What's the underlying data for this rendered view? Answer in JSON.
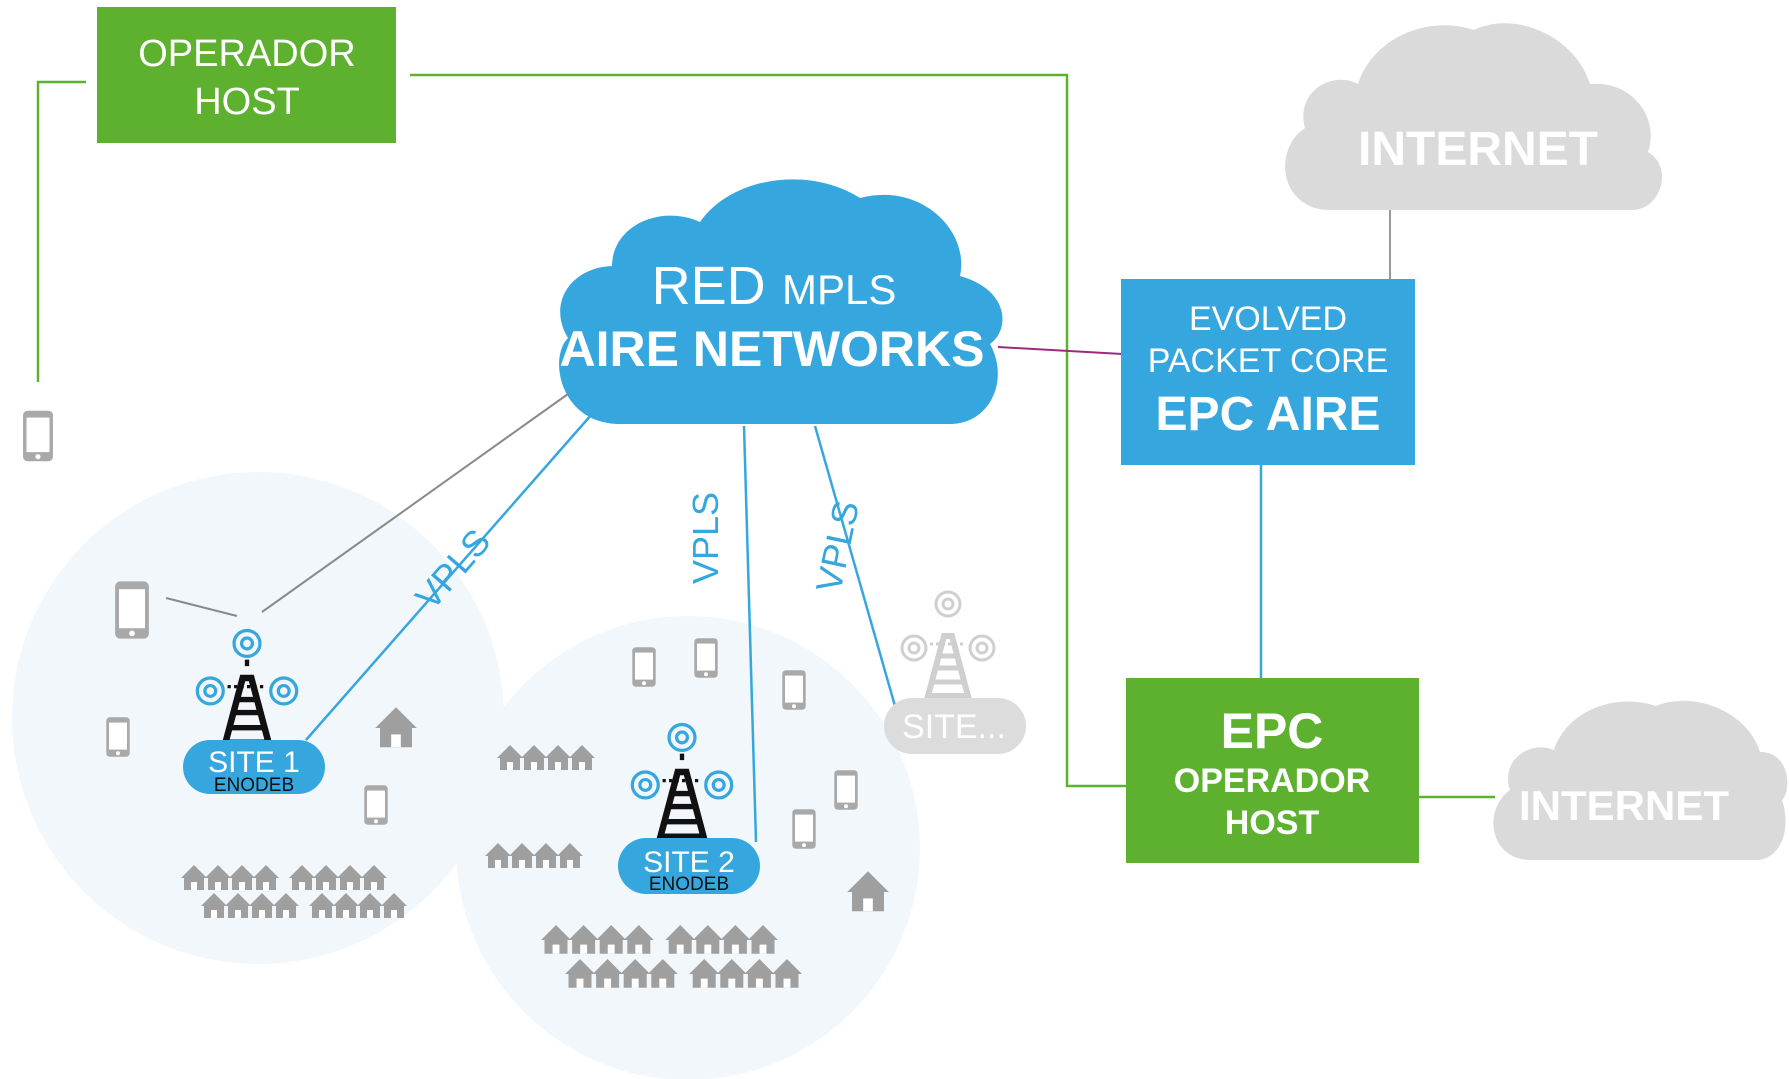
{
  "operador_host": {
    "line1": "OPERADOR",
    "line2": "HOST"
  },
  "internet_top": {
    "label": "INTERNET"
  },
  "internet_bottom": {
    "label": "INTERNET"
  },
  "mpls_cloud": {
    "line1_big": "RED",
    "line1_small": "MPLS",
    "line2": "AIRE NETWORKS"
  },
  "epc_aire": {
    "line1": "EVOLVED",
    "line2": "PACKET CORE",
    "line3": "EPC AIRE"
  },
  "epc_host": {
    "line1": "EPC",
    "line2": "OPERADOR",
    "line3": "HOST"
  },
  "links": {
    "vpls1": "VPLS",
    "vpls2": "VPLS",
    "vpls3": "VPLS"
  },
  "site1": {
    "name": "SITE 1",
    "sub": "ENODEB"
  },
  "site2": {
    "name": "SITE 2",
    "sub": "ENODEB"
  },
  "site3": {
    "name": "SITE..."
  },
  "colors": {
    "green": "#5db12f",
    "blue": "#36a7de",
    "gray": "#c8c8c8",
    "cloud_gray": "#dadada",
    "coverage": "#f2f7fb",
    "purple": "#9b2a7d"
  }
}
